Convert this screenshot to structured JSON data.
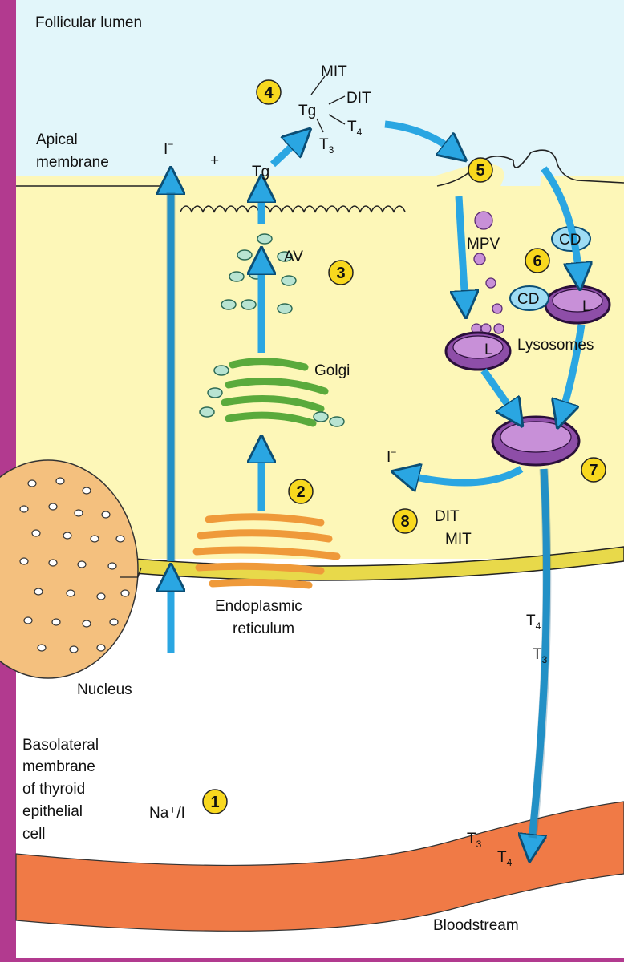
{
  "labels": {
    "follicular_lumen": "Follicular lumen",
    "apical_line1": "Apical",
    "apical_line2": "membrane",
    "iodide": "I",
    "iodide_sup": "−",
    "plus": "+",
    "tg_secreted": "Tg",
    "mit": "MIT",
    "tg_hub": "Tg",
    "dit": "DIT",
    "t4_lumen": "T",
    "t4_lumen_sub": "4",
    "t3_lumen": "T",
    "t3_lumen_sub": "3",
    "av": "AV",
    "golgi": "Golgi",
    "er_line1": "Endoplasmic",
    "er_line2": "reticulum",
    "nucleus": "Nucleus",
    "mpv": "MPV",
    "cd_top": "CD",
    "cd_left": "CD",
    "lysosome_l_left": "L",
    "lysosome_l_right": "L",
    "lysosomes": "Lysosomes",
    "iodide_released": "I",
    "iodide_released_sup": "−",
    "dit_released": "DIT",
    "mit_released": "MIT",
    "t4_cell": "T",
    "t4_cell_sub": "4",
    "t3_cell": "T",
    "t3_cell_sub": "3",
    "basolateral_line1": "Basolateral",
    "basolateral_line2": "membrane",
    "basolateral_line3": "of thyroid",
    "basolateral_line4": "epithelial",
    "basolateral_line5": "cell",
    "na_i": "Na⁺/I⁻",
    "t3_blood": "T",
    "t3_blood_sub": "3",
    "t4_blood": "T",
    "t4_blood_sub": "4",
    "bloodstream": "Bloodstream"
  },
  "steps": [
    "1",
    "2",
    "3",
    "4",
    "5",
    "6",
    "7",
    "8"
  ],
  "colors": {
    "frame": "#b23a8f",
    "lumen": "#e2f6fa",
    "cytoplasm": "#fdf7b8",
    "membrane": "#e8d94a",
    "arrow": "#2aa6e2",
    "arrow_outline": "#0b4e75",
    "golgi": "#5aaa3c",
    "vesicle": "#b8e4d2",
    "er": "#ef9a3a",
    "nucleus": "#f4c07e",
    "lysosome": "#8e4ea8",
    "mpv": "#c890d8",
    "cd": "#9edcf4",
    "step_badge": "#f8d81e",
    "blood": "#f07a46"
  }
}
